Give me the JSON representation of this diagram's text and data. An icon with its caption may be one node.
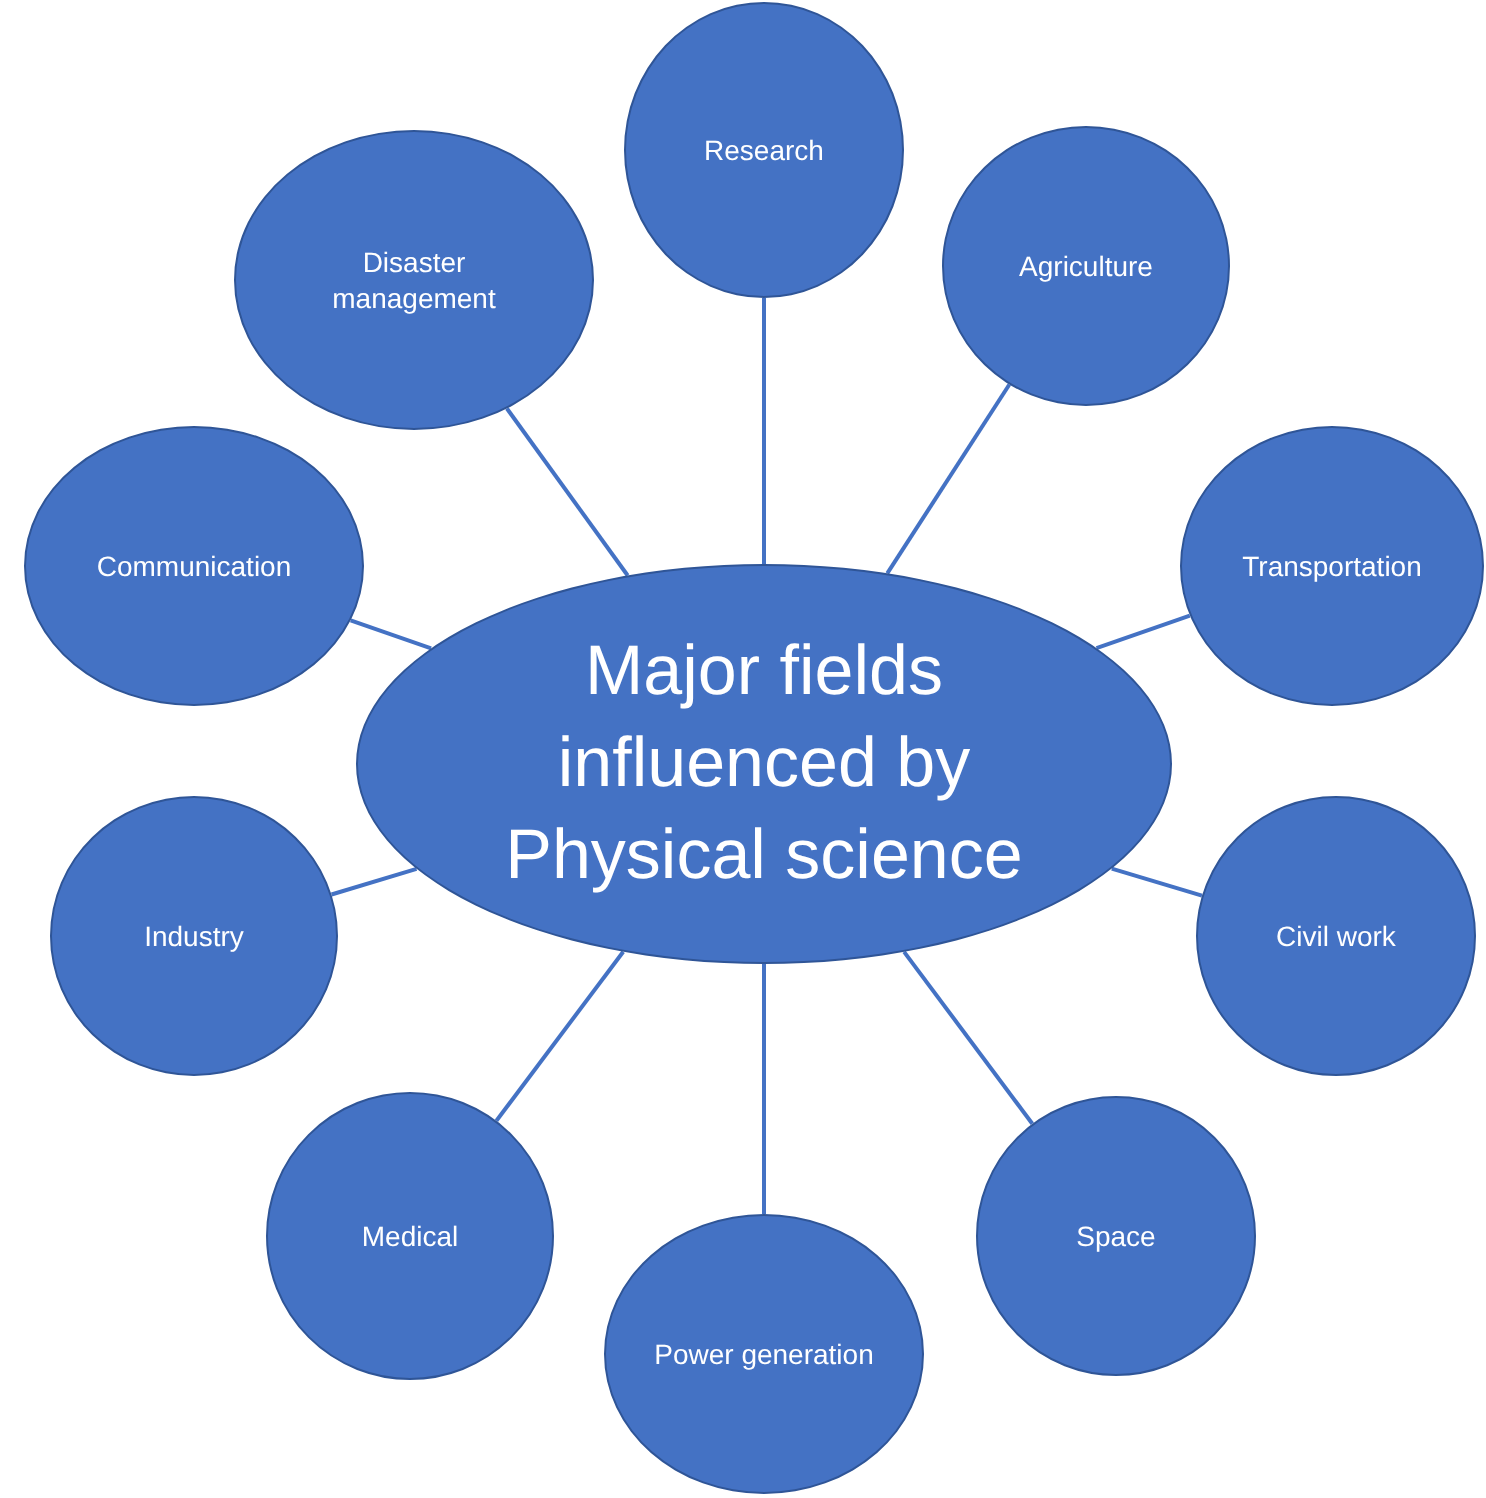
{
  "diagram": {
    "nodes": [
      {
        "text": [
          "Major fields influenced by Physical science"
        ]
      },
      {
        "text": [
          "Research"
        ]
      },
      {
        "text": [
          "Agriculture"
        ]
      },
      {
        "text": [
          "Transportation"
        ]
      },
      {
        "text": [
          "Civil work"
        ]
      },
      {
        "text": [
          "Space"
        ]
      },
      {
        "text": [
          "Power generation"
        ]
      },
      {
        "text": [
          "Medical"
        ]
      },
      {
        "text": [
          "Industry"
        ]
      },
      {
        "text": [
          "Communication"
        ]
      },
      {
        "text": [
          "Disaster management"
        ]
      }
    ],
    "edges": [
      {
        "from": 0,
        "to": 1,
        "arrow": "none"
      },
      {
        "from": 0,
        "to": 2,
        "arrow": "none"
      },
      {
        "from": 0,
        "to": 3,
        "arrow": "none"
      },
      {
        "from": 0,
        "to": 4,
        "arrow": "none"
      },
      {
        "from": 0,
        "to": 5,
        "arrow": "none"
      },
      {
        "from": 0,
        "to": 6,
        "arrow": "none"
      },
      {
        "from": 0,
        "to": 7,
        "arrow": "none"
      },
      {
        "from": 0,
        "to": 8,
        "arrow": "none"
      },
      {
        "from": 0,
        "to": 9,
        "arrow": "none"
      },
      {
        "from": 0,
        "to": 10,
        "arrow": "none"
      }
    ]
  }
}
